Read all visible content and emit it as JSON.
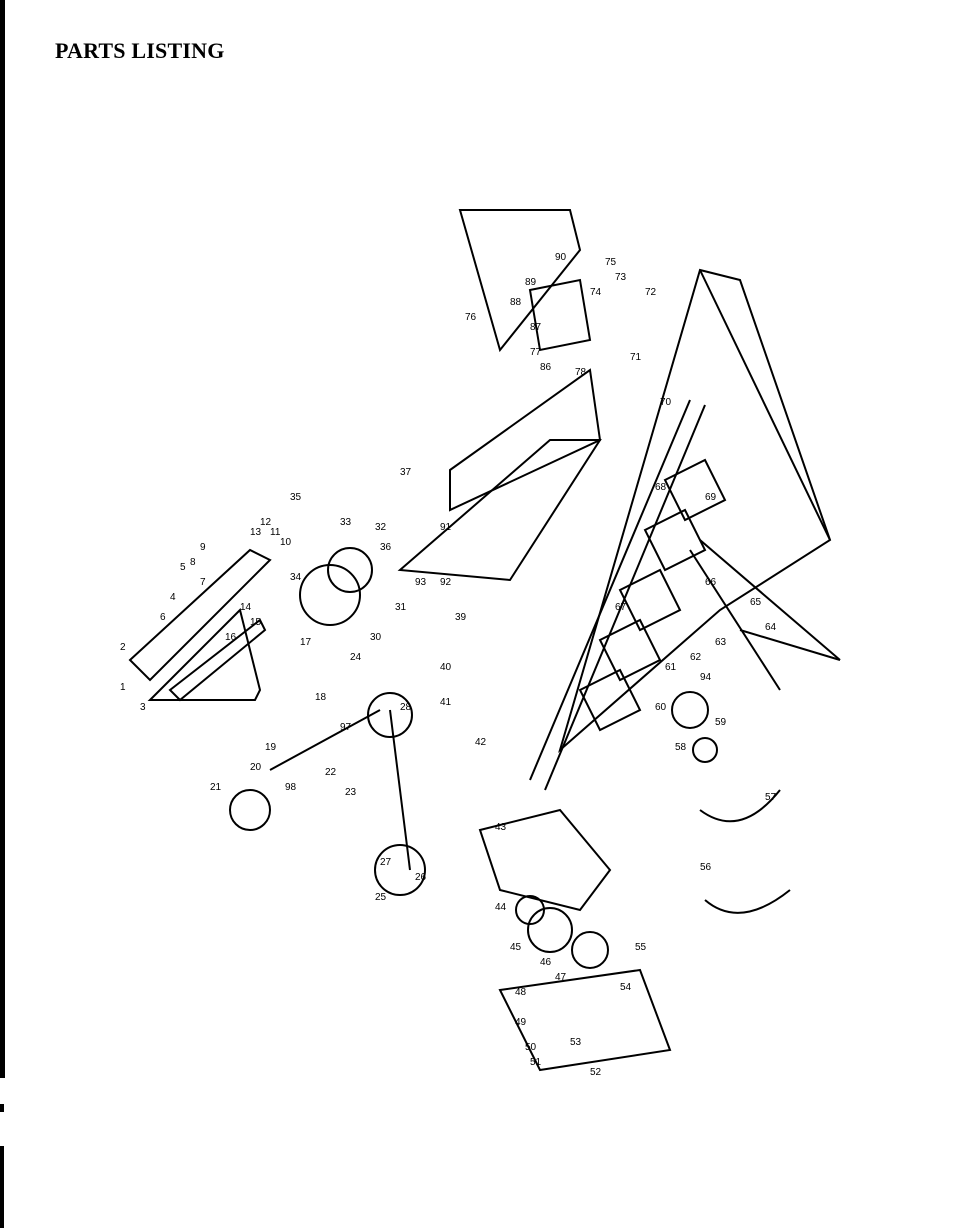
{
  "page": {
    "title": "PARTS LISTING"
  },
  "diagram": {
    "callouts": [
      "1",
      "2",
      "3",
      "4",
      "5",
      "6",
      "7",
      "8",
      "9",
      "10",
      "11",
      "12",
      "13",
      "14",
      "15",
      "16",
      "17",
      "18",
      "19",
      "20",
      "21",
      "22",
      "23",
      "24",
      "25",
      "26",
      "27",
      "28",
      "30",
      "31",
      "32",
      "33",
      "34",
      "35",
      "36",
      "37",
      "39",
      "40",
      "41",
      "42",
      "43",
      "44",
      "45",
      "46",
      "47",
      "48",
      "49",
      "50",
      "51",
      "52",
      "53",
      "54",
      "55",
      "56",
      "57",
      "58",
      "59",
      "60",
      "61",
      "62",
      "63",
      "64",
      "65",
      "66",
      "67",
      "68",
      "69",
      "70",
      "71",
      "72",
      "73",
      "74",
      "75",
      "76",
      "77",
      "78",
      "86",
      "87",
      "88",
      "89",
      "90",
      "91",
      "92",
      "93",
      "94",
      "97",
      "98"
    ]
  }
}
